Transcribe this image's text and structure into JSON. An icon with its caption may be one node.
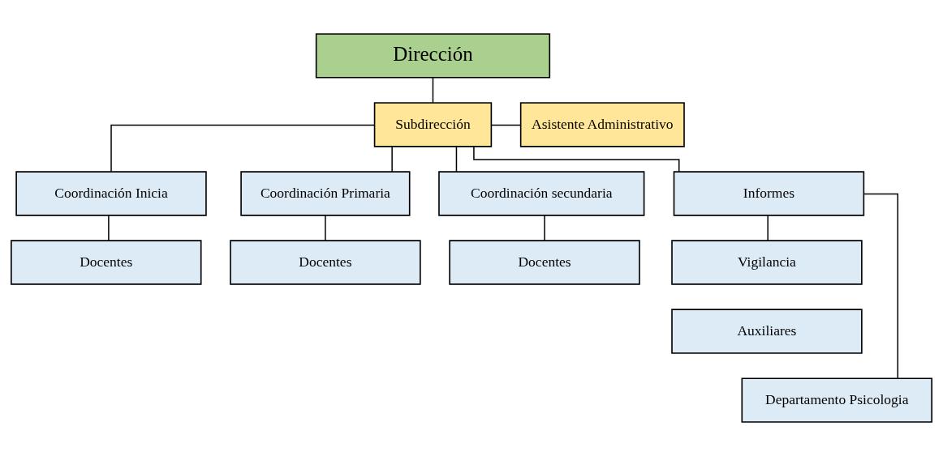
{
  "diagram": {
    "nodes": [
      {
        "text": [
          "Dirección"
        ]
      },
      {
        "text": [
          "Subdirección"
        ]
      },
      {
        "text": [
          "Asistente Administrativo"
        ]
      },
      {
        "text": [
          "Coordinación Inicia"
        ]
      },
      {
        "text": [
          "Coordinación Primaria"
        ]
      },
      {
        "text": [
          "Coordinación secundaria"
        ]
      },
      {
        "text": [
          "Informes"
        ]
      },
      {
        "text": [
          "Docentes"
        ]
      },
      {
        "text": [
          "Docentes"
        ]
      },
      {
        "text": [
          "Docentes"
        ]
      },
      {
        "text": [
          "Vigilancia"
        ]
      },
      {
        "text": [
          "Auxiliares"
        ]
      },
      {
        "text": [
          "Departamento Psicologia"
        ]
      }
    ],
    "edges": [
      {
        "from": 0,
        "to": 1,
        "arrow": "none"
      },
      {
        "from": 1,
        "to": 2,
        "arrow": "none"
      },
      {
        "from": 1,
        "to": 3,
        "arrow": "none"
      },
      {
        "from": 1,
        "to": 4,
        "arrow": "none"
      },
      {
        "from": 1,
        "to": 5,
        "arrow": "none"
      },
      {
        "from": 1,
        "to": 6,
        "arrow": "none"
      },
      {
        "from": 3,
        "to": 7,
        "arrow": "none"
      },
      {
        "from": 4,
        "to": 8,
        "arrow": "none"
      },
      {
        "from": 5,
        "to": 9,
        "arrow": "none"
      },
      {
        "from": 6,
        "to": 10,
        "arrow": "none"
      },
      {
        "from": 6,
        "to": 12,
        "arrow": "none"
      }
    ]
  }
}
